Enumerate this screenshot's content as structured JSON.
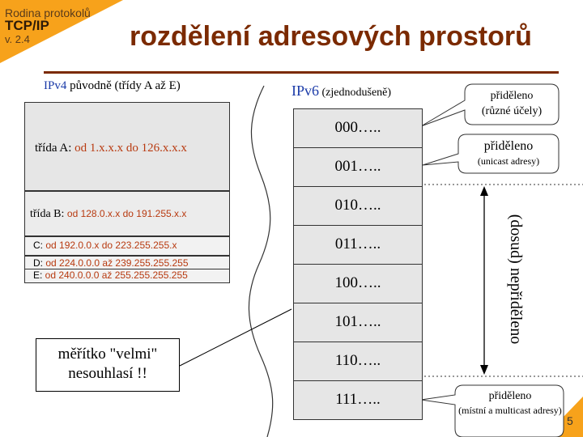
{
  "header": {
    "brand_line1": "Rodina protokolů",
    "brand_line2": "TCP/IP",
    "brand_line3": "v. 2.4",
    "title": "rozdělení adresových prostorů"
  },
  "ipv4": {
    "heading_proto": "IPv4",
    "heading_rest": " původně (třídy A až E)",
    "classes": [
      {
        "label": "třída A: ",
        "range": "od 1.x.x.x do 126.x.x.x"
      },
      {
        "label": "třída B: ",
        "range": "od 128.0.x.x do 191.255.x.x"
      },
      {
        "label": "C: ",
        "range": "od 192.0.0.x do 223.255.255.x"
      },
      {
        "label": "D: ",
        "range": "od 224.0.0.0 až 239.255.255.255"
      },
      {
        "label": "E: ",
        "range": "od 240.0.0.0 až 255.255.255.255"
      }
    ]
  },
  "ipv6": {
    "heading_proto": "IPv6",
    "heading_rest": " (zjednodušeně)",
    "prefixes": [
      "000…..",
      "001…..",
      "010…..",
      "011…..",
      "100…..",
      "101…..",
      "110…..",
      "111….."
    ]
  },
  "callouts": {
    "top_line1": "přiděleno",
    "top_line2": "(různé účely)",
    "unicast_line1": "přiděleno",
    "unicast_line2": "(unicast adresy)",
    "unassigned": "(dosud) nepřiděleno",
    "bottom_line1": "přiděleno",
    "bottom_line2": "(místní a multicast adresy)"
  },
  "scale_note": {
    "line1": "měřítko \"velmi\"",
    "line2": "nesouhlasí !!"
  },
  "page_number": "5",
  "colors": {
    "corner": "#f7a21b",
    "title": "#7b2a00",
    "ipv4_range": "#b83a10",
    "proto_blue": "#1a3aa8",
    "box_fill": "#e6e6e6"
  }
}
